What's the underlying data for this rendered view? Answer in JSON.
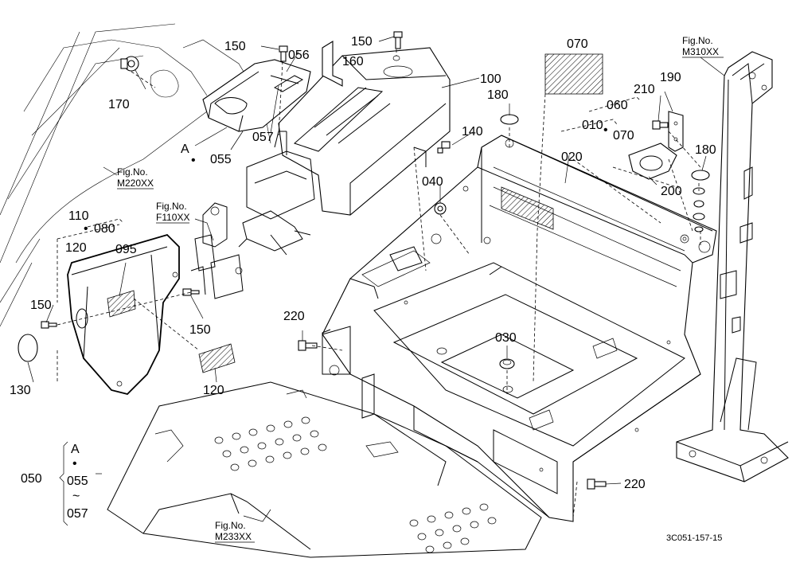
{
  "callouts": {
    "c150a": "150",
    "c150b": "150",
    "c150c": "150",
    "c150d": "150",
    "c056": "056",
    "c160": "160",
    "c170": "170",
    "cA": "A",
    "c055": "055",
    "c057": "057",
    "c100": "100",
    "c070a": "070",
    "c180a": "180",
    "c060": "060",
    "c010": "010",
    "c070b": "070",
    "c020": "020",
    "c140": "140",
    "c040": "040",
    "c210": "210",
    "c190": "190",
    "c180b": "180",
    "c200": "200",
    "c110": "110",
    "c080": "080",
    "c120a": "120",
    "c095": "095",
    "c130": "130",
    "c120b": "120",
    "c220a": "220",
    "c030": "030",
    "c220b": "220"
  },
  "fig_refs": {
    "m220_label": "Fig.No.",
    "m220_code": "M220XX",
    "f110_label": "Fig.No.",
    "f110_code": "F110XX",
    "m310_label": "Fig.No.",
    "m310_code": "M310XX",
    "m233_label": "Fig.No.",
    "m233_code": "M233XX"
  },
  "legend": {
    "group": "050",
    "line_a": "A",
    "dot": "•",
    "line_055": "055",
    "tilde": "~",
    "line_057": "057"
  },
  "drawing_code": "3C051-157-15",
  "separator_dot": "•"
}
